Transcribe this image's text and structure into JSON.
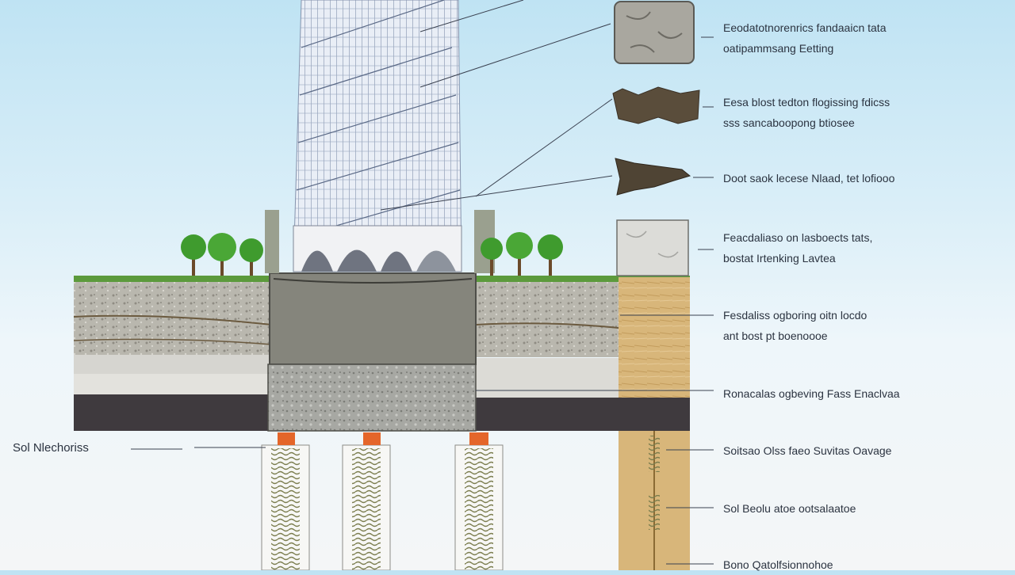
{
  "diagram": {
    "left_label": "Sol Nlechoriss",
    "callouts": [
      {
        "lines": [
          "Eeodatotnorenrics fandaaicn tata",
          "oatipammsang Eetting"
        ]
      },
      {
        "lines": [
          "Eesa blost tedton flogissing fdicss",
          "sss sancaboopong btiosee"
        ]
      },
      {
        "lines": [
          "Doot saok lecese Nlaad, tet lofiooo"
        ]
      },
      {
        "lines": [
          "Feacdaliaso on lasboects tats,",
          "bostat Irtenking Lavtea"
        ]
      },
      {
        "lines": [
          "Fesdaliss ogboring oitn locdo",
          "ant bost pt boenoooe"
        ]
      },
      {
        "lines": [
          "Ronacalas ogbeving Fass Enaclvaa"
        ]
      },
      {
        "lines": [
          "Soitsao Olss faeo Suvitas Oavage"
        ]
      },
      {
        "lines": [
          "Sol Beolu atoe ootsalaatoe"
        ]
      },
      {
        "lines": [
          "Bono Qatolfsionnohoe"
        ]
      }
    ]
  }
}
